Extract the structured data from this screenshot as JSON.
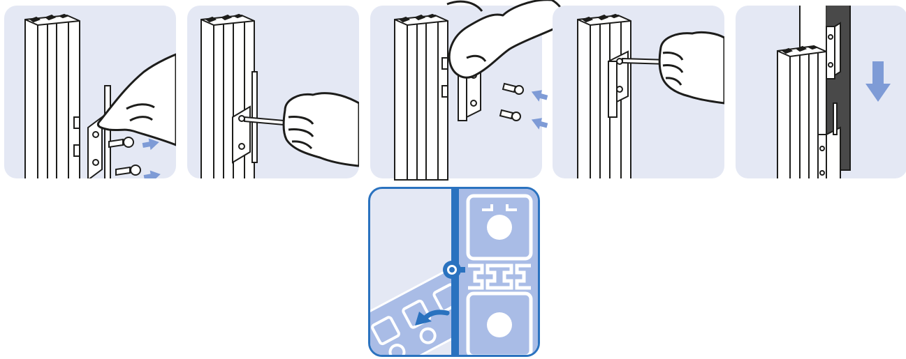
{
  "colors": {
    "panel_bg": "#e4e8f4",
    "accent_blue": "#2a72bf",
    "arrow_blue": "#7e9bd6",
    "profile_blue": "#a9bce6",
    "line": "#1d1d1b"
  },
  "steps": [
    {
      "id": "step-1",
      "icons": [
        "aluminum-profile",
        "hand-icon",
        "hinge-plate",
        "screw-icon",
        "screw-icon",
        "insert-arrow-icon",
        "insert-arrow-icon"
      ]
    },
    {
      "id": "step-2",
      "icons": [
        "aluminum-profile",
        "hinge-plate",
        "hex-key-icon",
        "fist-icon"
      ]
    },
    {
      "id": "step-3",
      "icons": [
        "aluminum-profile",
        "hand-icon",
        "hinge-leaf",
        "screw-icon",
        "screw-icon",
        "insert-arrow-icon",
        "insert-arrow-icon"
      ]
    },
    {
      "id": "step-4",
      "icons": [
        "aluminum-profile",
        "hinge-leaf",
        "hex-key-icon",
        "fist-icon"
      ]
    },
    {
      "id": "step-5",
      "icons": [
        "aluminum-profile",
        "door-panel",
        "hinge-pin",
        "down-arrow-icon"
      ]
    }
  ],
  "detail": {
    "id": "detail-view",
    "icons": [
      "profile-cross-section",
      "hinge-pivot-icon",
      "rotation-arrow-icon"
    ]
  }
}
